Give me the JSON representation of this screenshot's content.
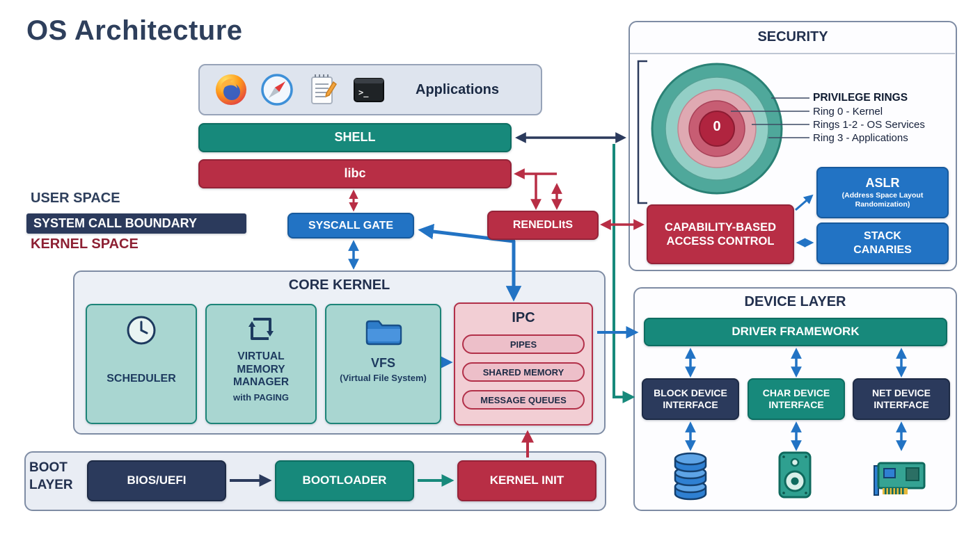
{
  "title": "OS Architecture",
  "apps": {
    "label": "Applications",
    "terminal_glyph": ">_"
  },
  "stack": {
    "shell": "SHELL",
    "libc": "libc"
  },
  "boundary": {
    "user_space": "USER SPACE",
    "label": "SYSTEM CALL BOUNDARY",
    "kernel_space": "KERNEL SPACE",
    "syscall_gate": "SYSCALL GATE",
    "syscalls_box": "RENEDLItS"
  },
  "security": {
    "title": "SECURITY",
    "ring_center": "0",
    "legend_title": "PRIVILEGE RINGS",
    "legend": [
      "Ring 0 - Kernel",
      "Rings 1-2 - OS Services",
      "Ring 3 - Applications"
    ],
    "capability": "CAPABILITY-BASED ACCESS CONTROL",
    "aslr": "ASLR",
    "aslr_sub": "(Address Space Layout Randomization)",
    "stack_canaries": "STACK CANARIES"
  },
  "core_kernel": {
    "title": "CORE KERNEL",
    "scheduler": "SCHEDULER",
    "vmm": "VIRTUAL MEMORY MANAGER",
    "vmm_sub": "with PAGING",
    "vfs": "VFS",
    "vfs_sub": "(Virtual File System)",
    "ipc_title": "IPC",
    "ipc_items": [
      "PIPES",
      "SHARED MEMORY",
      "MESSAGE QUEUES"
    ]
  },
  "device_layer": {
    "title": "DEVICE LAYER",
    "driver_framework": "DRIVER FRAMEWORK",
    "interfaces": [
      "BLOCK DEVICE INTERFACE",
      "CHAR DEVICE INTERFACE",
      "NET DEVICE INTERFACE"
    ]
  },
  "boot": {
    "label": "BOOT LAYER",
    "bios": "BIOS/UEFI",
    "bootloader": "BOOTLOADER",
    "kernel_init": "KERNEL INIT"
  },
  "colors": {
    "navy": "#2b3a5c",
    "teal": "#17897b",
    "red": "#b82e45",
    "blue": "#2273c4"
  }
}
